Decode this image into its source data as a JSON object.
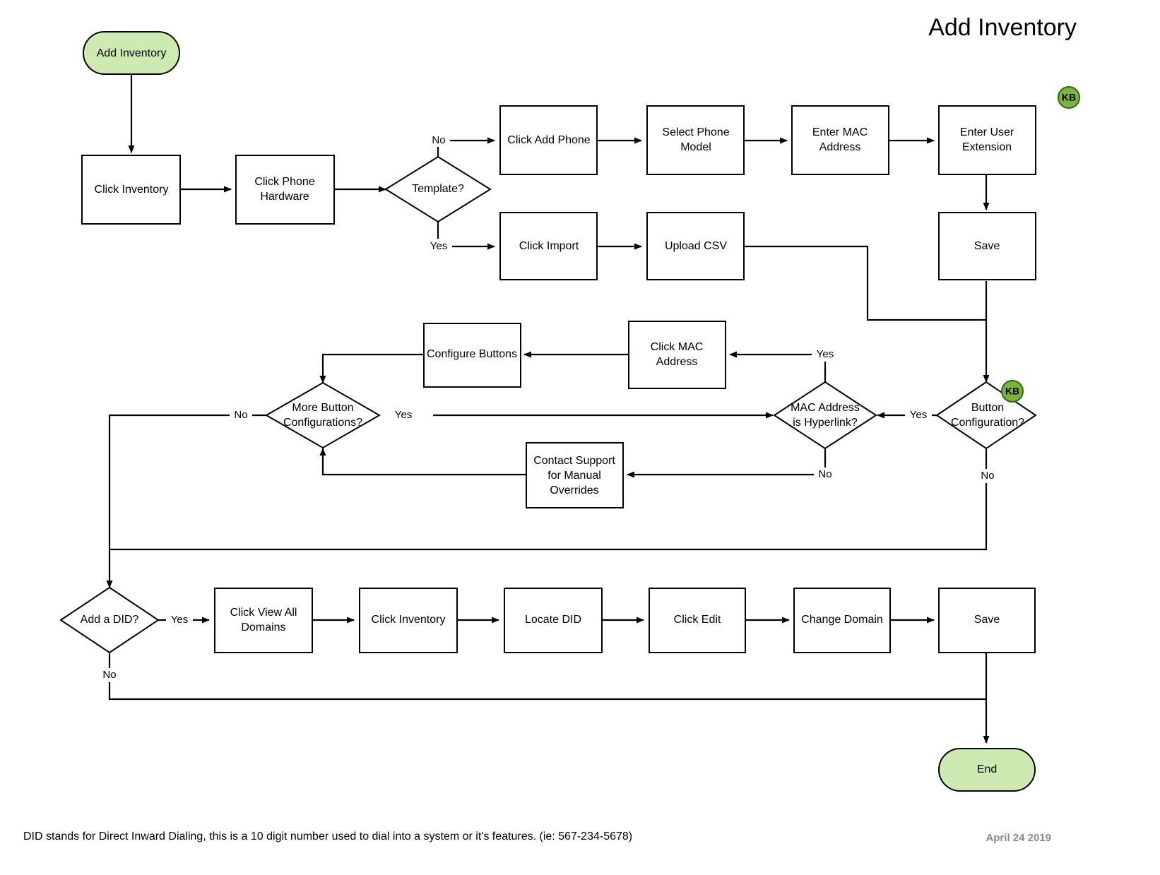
{
  "page": {
    "title": "Add Inventory",
    "footer_note": "DID stands for Direct Inward Dialing, this is a 10 digit number used to dial into a system or it's features. (ie: 567-234-5678)",
    "footer_date": "April 24 2019",
    "background_color": "#ffffff",
    "terminal_fill": "#cdeab0",
    "badge_fill": "#7cb342",
    "line_color": "#000000"
  },
  "badges": [
    {
      "id": "kb-top-right",
      "label": "KB"
    },
    {
      "id": "kb-button-configuration",
      "label": "KB"
    }
  ],
  "nodes": [
    {
      "id": "start",
      "type": "terminal",
      "label": "Add Inventory"
    },
    {
      "id": "click-inventory",
      "type": "process",
      "label": "Click Inventory"
    },
    {
      "id": "click-phone-hardware",
      "type": "process",
      "label_line1": "Click Phone",
      "label_line2": "Hardware"
    },
    {
      "id": "template-decision",
      "type": "decision",
      "label": "Template?"
    },
    {
      "id": "click-add-phone",
      "type": "process",
      "label": "Click Add Phone"
    },
    {
      "id": "select-phone-model",
      "type": "process",
      "label_line1": "Select Phone",
      "label_line2": "Model"
    },
    {
      "id": "enter-mac-address",
      "type": "process",
      "label_line1": "Enter MAC",
      "label_line2": "Address"
    },
    {
      "id": "enter-user-extension",
      "type": "process",
      "label_line1": "Enter User",
      "label_line2": "Extension"
    },
    {
      "id": "click-import",
      "type": "process",
      "label": "Click Import"
    },
    {
      "id": "upload-csv",
      "type": "process",
      "label": "Upload CSV"
    },
    {
      "id": "save-top",
      "type": "process",
      "label": "Save"
    },
    {
      "id": "button-configuration",
      "type": "decision",
      "label_line1": "Button",
      "label_line2": "Configuration?"
    },
    {
      "id": "mac-address-hyperlink",
      "type": "decision",
      "label_line1": "MAC Address",
      "label_line2": "is Hyperlink?"
    },
    {
      "id": "click-mac-address",
      "type": "process",
      "label_line1": "Click MAC",
      "label_line2": "Address"
    },
    {
      "id": "configure-buttons",
      "type": "process",
      "label": "Configure Buttons"
    },
    {
      "id": "more-button-config",
      "type": "decision",
      "label_line1": "More Button",
      "label_line2": "Configurations?"
    },
    {
      "id": "contact-support",
      "type": "process",
      "label_line1": "Contact Support",
      "label_line2": "for Manual",
      "label_line3": "Overrides"
    },
    {
      "id": "add-a-did",
      "type": "decision",
      "label": "Add a DID?"
    },
    {
      "id": "click-view-all-domains",
      "type": "process",
      "label_line1": "Click View All",
      "label_line2": "Domains"
    },
    {
      "id": "click-inventory-2",
      "type": "process",
      "label": "Click Inventory"
    },
    {
      "id": "locate-did",
      "type": "process",
      "label": "Locate DID"
    },
    {
      "id": "click-edit",
      "type": "process",
      "label": "Click Edit"
    },
    {
      "id": "change-domain",
      "type": "process",
      "label": "Change Domain"
    },
    {
      "id": "save-bottom",
      "type": "process",
      "label": "Save"
    },
    {
      "id": "end",
      "type": "terminal",
      "label": "End"
    }
  ],
  "edge_labels": {
    "template_no": "No",
    "template_yes": "Yes",
    "button_config_yes": "Yes",
    "button_config_no": "No",
    "mac_hyperlink_yes": "Yes",
    "mac_hyperlink_no": "No",
    "more_config_yes": "Yes",
    "more_config_no": "No",
    "add_did_yes": "Yes",
    "add_did_no": "No"
  }
}
